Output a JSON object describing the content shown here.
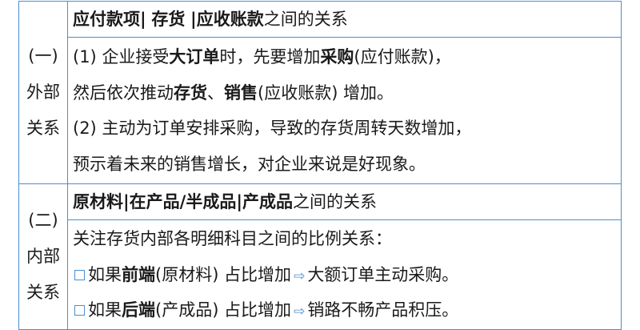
{
  "section1": {
    "label_lines": [
      "(一)",
      "外部",
      "关系"
    ],
    "header": {
      "a": "应付款项",
      "sep1": "|",
      "b": "存货",
      "sep2": "|",
      "c": "应收账款",
      "rest": "之间的关系"
    },
    "p1_l1": {
      "t1": "(1) 企业接受",
      "b1": "大订单",
      "t2": "时，先要增加",
      "b2": "采购",
      "t3": "(应付账款)，"
    },
    "p1_l2": {
      "t1": "然后依次推动",
      "b1": "存货",
      "t2": "、",
      "b2": "销售",
      "t3": "(应收账款) 增加。"
    },
    "p2_l1": "(2) 主动为订单安排采购，导致的存货周转天数增加，",
    "p2_l2": "预示着未来的销售增长，对企业来说是好现象。"
  },
  "section2": {
    "label_lines": [
      "(二)",
      "内部",
      "关系"
    ],
    "header": {
      "a": "原材料",
      "sep1": "|",
      "b": "在产品/半成品",
      "sep2": "|",
      "c": "产成品",
      "rest": "之间的关系"
    },
    "l1": "关注存货内部各明细科目之间的比例关系：",
    "l2": {
      "t1": "如果",
      "b1": "前端",
      "t2": "(原材料) 占比增加",
      "t3": "大额订单主动采购。"
    },
    "l3": {
      "t1": "如果",
      "b1": "后端",
      "t2": "(产成品) 占比增加",
      "t3": "销路不畅产品积压。"
    },
    "arrow_icon": "⇨",
    "accent_color": "#4a8fd0"
  }
}
